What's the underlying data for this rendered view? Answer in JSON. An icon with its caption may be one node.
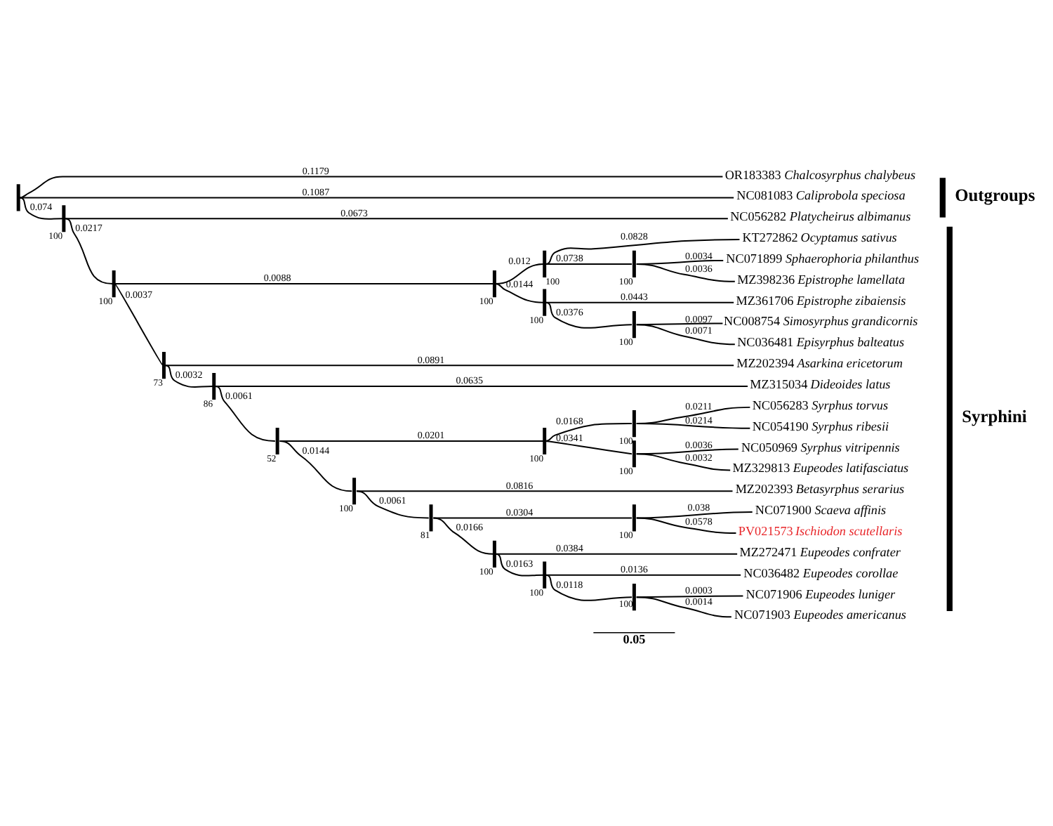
{
  "diagram": {
    "nodes": [
      {
        "text": [],
        "shape": "bar"
      },
      {
        "text": [
          "OR183383 Chalcosyrphus chalybeus"
        ]
      },
      {
        "text": [
          "NC081083 Caliprobola speciosa"
        ]
      },
      {
        "text": [],
        "shape": "bar",
        "beside": [
          "100"
        ]
      },
      {
        "text": [
          "NC056282 Platycheirus albimanus"
        ]
      },
      {
        "text": [],
        "shape": "bar",
        "beside": [
          "100"
        ]
      },
      {
        "text": [],
        "shape": "bar",
        "beside": [
          "100"
        ]
      },
      {
        "text": [],
        "shape": "bar",
        "beside": [
          "100"
        ]
      },
      {
        "text": [
          "KT272862 Ocyptamus sativus"
        ]
      },
      {
        "text": [],
        "shape": "bar",
        "beside": [
          "100"
        ]
      },
      {
        "text": [
          "NC071899 Sphaerophoria philanthus"
        ]
      },
      {
        "text": [
          "MZ398236 Epistrophe lamellata"
        ]
      },
      {
        "text": [],
        "shape": "bar",
        "beside": [
          "100"
        ]
      },
      {
        "text": [
          "MZ361706 Epistrophe zibaiensis"
        ]
      },
      {
        "text": [],
        "shape": "bar",
        "beside": [
          "100"
        ]
      },
      {
        "text": [
          "NC008754 Simosyrphus grandicornis"
        ]
      },
      {
        "text": [
          "NC036481 Episyrphus balteatus"
        ]
      },
      {
        "text": [],
        "shape": "bar",
        "beside": [
          "73"
        ]
      },
      {
        "text": [
          "MZ202394 Asarkina ericetorum"
        ]
      },
      {
        "text": [],
        "shape": "bar",
        "beside": [
          "86"
        ]
      },
      {
        "text": [
          "MZ315034 Dideoides latus"
        ]
      },
      {
        "text": [],
        "shape": "bar",
        "beside": [
          "52"
        ]
      },
      {
        "text": [],
        "shape": "bar",
        "beside": [
          "100"
        ]
      },
      {
        "text": [],
        "shape": "bar",
        "beside": [
          "100"
        ]
      },
      {
        "text": [
          "NC056283 Syrphus torvus"
        ]
      },
      {
        "text": [
          "NC054190 Syrphus ribesii"
        ]
      },
      {
        "text": [],
        "shape": "bar",
        "beside": [
          "100"
        ]
      },
      {
        "text": [
          "NC050969 Syrphus vitripennis"
        ]
      },
      {
        "text": [
          "MZ329813 Eupeodes latifasciatus"
        ]
      },
      {
        "text": [],
        "shape": "bar",
        "beside": [
          "100"
        ]
      },
      {
        "text": [
          "MZ202393 Betasyrphus serarius"
        ]
      },
      {
        "text": [],
        "shape": "bar",
        "beside": [
          "81"
        ]
      },
      {
        "text": [],
        "shape": "bar",
        "beside": [
          "100"
        ]
      },
      {
        "text": [
          "NC071900 Scaeva affinis"
        ]
      },
      {
        "text": [
          "PV021573 Ischiodon scutellaris"
        ]
      },
      {
        "text": [],
        "shape": "bar",
        "beside": [
          "100"
        ]
      },
      {
        "text": [
          "MZ272471 Eupeodes confrater"
        ]
      },
      {
        "text": [],
        "shape": "bar",
        "beside": [
          "100"
        ]
      },
      {
        "text": [
          "NC036482 Eupeodes corollae"
        ]
      },
      {
        "text": [],
        "shape": "bar",
        "beside": [
          "100"
        ]
      },
      {
        "text": [
          "NC071906 Eupeodes luniger"
        ]
      },
      {
        "text": [
          "NC071903 Eupeodes americanus"
        ]
      }
    ],
    "edges": [
      {
        "from": 0,
        "to": 1,
        "arrow": "none",
        "label": "0.1179"
      },
      {
        "from": 0,
        "to": 2,
        "arrow": "none",
        "label": "0.1087"
      },
      {
        "from": 0,
        "to": 3,
        "arrow": "none",
        "label": "0.074"
      },
      {
        "from": 3,
        "to": 4,
        "arrow": "none",
        "label": "0.0673"
      },
      {
        "from": 3,
        "to": 5,
        "arrow": "none",
        "label": "0.0217"
      },
      {
        "from": 5,
        "to": 6,
        "arrow": "none",
        "label": "0.0088"
      },
      {
        "from": 6,
        "to": 7,
        "arrow": "none",
        "label": "0.012"
      },
      {
        "from": 7,
        "to": 8,
        "arrow": "none",
        "label": "0.0828"
      },
      {
        "from": 7,
        "to": 9,
        "arrow": "none",
        "label": "0.0738"
      },
      {
        "from": 9,
        "to": 10,
        "arrow": "none",
        "label": "0.0034"
      },
      {
        "from": 9,
        "to": 11,
        "arrow": "none",
        "label": "0.0036"
      },
      {
        "from": 6,
        "to": 12,
        "arrow": "none",
        "label": "0.0144"
      },
      {
        "from": 12,
        "to": 13,
        "arrow": "none",
        "label": "0.0443"
      },
      {
        "from": 12,
        "to": 14,
        "arrow": "none",
        "label": "0.0376"
      },
      {
        "from": 14,
        "to": 15,
        "arrow": "none",
        "label": "0.0097"
      },
      {
        "from": 14,
        "to": 16,
        "arrow": "none",
        "label": "0.0071"
      },
      {
        "from": 5,
        "to": 17,
        "arrow": "none",
        "label": "0.0037"
      },
      {
        "from": 17,
        "to": 18,
        "arrow": "none",
        "label": "0.0891"
      },
      {
        "from": 17,
        "to": 19,
        "arrow": "none",
        "label": "0.0032"
      },
      {
        "from": 19,
        "to": 20,
        "arrow": "none",
        "label": "0.0635"
      },
      {
        "from": 19,
        "to": 21,
        "arrow": "none",
        "label": "0.0061"
      },
      {
        "from": 21,
        "to": 22,
        "arrow": "none",
        "label": "0.0201"
      },
      {
        "from": 22,
        "to": 23,
        "arrow": "none",
        "label": "0.0168"
      },
      {
        "from": 23,
        "to": 24,
        "arrow": "none",
        "label": "0.0211"
      },
      {
        "from": 23,
        "to": 25,
        "arrow": "none",
        "label": "0.0214"
      },
      {
        "from": 22,
        "to": 26,
        "arrow": "none",
        "label": "0.0341"
      },
      {
        "from": 26,
        "to": 27,
        "arrow": "none",
        "label": "0.0036"
      },
      {
        "from": 26,
        "to": 28,
        "arrow": "none",
        "label": "0.0032"
      },
      {
        "from": 21,
        "to": 29,
        "arrow": "none",
        "label": "0.0144"
      },
      {
        "from": 29,
        "to": 30,
        "arrow": "none",
        "label": "0.0816"
      },
      {
        "from": 29,
        "to": 31,
        "arrow": "none",
        "label": "0.0061"
      },
      {
        "from": 31,
        "to": 32,
        "arrow": "none",
        "label": "0.0304"
      },
      {
        "from": 32,
        "to": 33,
        "arrow": "none",
        "label": "0.038"
      },
      {
        "from": 32,
        "to": 34,
        "arrow": "none",
        "label": "0.0578"
      },
      {
        "from": 31,
        "to": 35,
        "arrow": "none",
        "label": "0.0166"
      },
      {
        "from": 35,
        "to": 36,
        "arrow": "none",
        "label": "0.0384"
      },
      {
        "from": 35,
        "to": 37,
        "arrow": "none",
        "label": "0.0163"
      },
      {
        "from": 37,
        "to": 38,
        "arrow": "none",
        "label": "0.0136"
      },
      {
        "from": 37,
        "to": 39,
        "arrow": "none",
        "label": "0.0118"
      },
      {
        "from": 39,
        "to": 40,
        "arrow": "none",
        "label": "0.0003"
      },
      {
        "from": 39,
        "to": 41,
        "arrow": "none",
        "label": "0.0014"
      }
    ],
    "labels": [
      "Outgroups",
      "Syrphini",
      "0.05"
    ]
  }
}
